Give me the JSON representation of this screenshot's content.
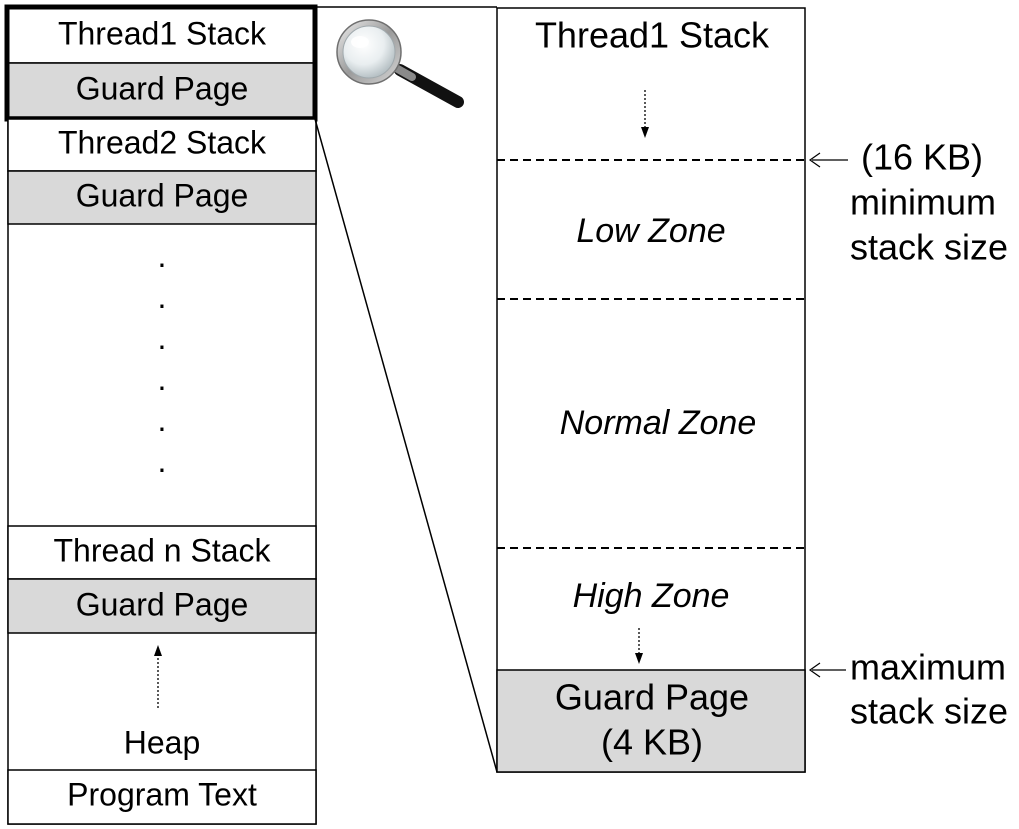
{
  "colors": {
    "guard_fill": "#d9d9d9",
    "stroke": "#000000",
    "background": "#ffffff"
  },
  "left_column": {
    "thread1_stack": "Thread1 Stack",
    "guard_page_1": "Guard Page",
    "thread2_stack": "Thread2 Stack",
    "guard_page_2": "Guard Page",
    "ellipsis_dots": [
      ".",
      ".",
      ".",
      ".",
      ".",
      "."
    ],
    "thread_n_stack": "Thread n Stack",
    "guard_page_n": "Guard Page",
    "heap": "Heap",
    "program_text": "Program Text"
  },
  "magnifier": {
    "icon": "magnifying-glass-icon"
  },
  "right_column": {
    "thread1_stack": "Thread1 Stack",
    "low_zone": "Low Zone",
    "normal_zone": "Normal Zone",
    "high_zone": "High Zone",
    "guard_page_line1": "Guard Page",
    "guard_page_line2": "(4 KB)"
  },
  "annotations": {
    "min_line1": "(16 KB)",
    "min_line2": "minimum",
    "min_line3": "stack size",
    "max_line1": "maximum",
    "max_line2": "stack size"
  }
}
